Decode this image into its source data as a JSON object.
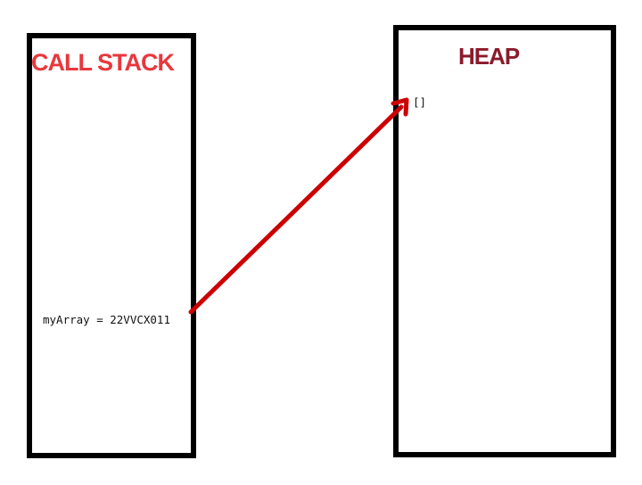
{
  "call_stack": {
    "title": "CALL STACK",
    "entry": "myArray = 22VVCX011"
  },
  "heap": {
    "title": "HEAP",
    "entry": "[]"
  },
  "colors": {
    "arrow": "#cc0000",
    "stack_title": "#e8383d",
    "heap_title": "#8b1a2b",
    "border": "#000000"
  }
}
